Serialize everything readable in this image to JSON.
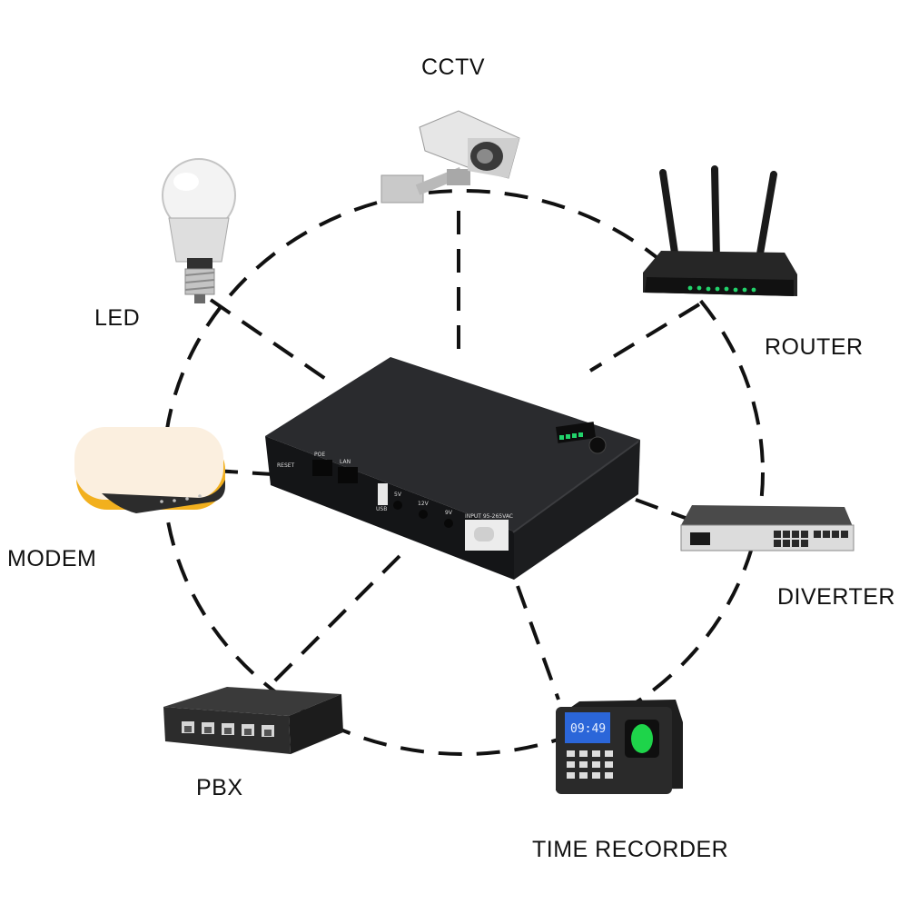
{
  "devices": [
    {
      "id": "cctv",
      "label": "CCTV",
      "icon": "cctv-camera-icon"
    },
    {
      "id": "led",
      "label": "LED",
      "icon": "led-bulb-icon"
    },
    {
      "id": "router",
      "label": "ROUTER",
      "icon": "wifi-router-icon"
    },
    {
      "id": "modem",
      "label": "MODEM",
      "icon": "modem-icon"
    },
    {
      "id": "diverter",
      "label": "DIVERTER",
      "icon": "network-diverter-icon"
    },
    {
      "id": "pbx",
      "label": "PBX",
      "icon": "network-switch-icon"
    },
    {
      "id": "time_recorder",
      "label": "TIME RECORDER",
      "icon": "fingerprint-time-clock-icon"
    }
  ],
  "center_device": {
    "icon": "mini-ups-icon",
    "ports": [
      "RESET",
      "POE",
      "LAN",
      "USB",
      "5V",
      "12V",
      "9V",
      "INPUT 95-265VAC"
    ],
    "clock_time": "09:49"
  },
  "colors": {
    "line": "#111111",
    "ups_body": "#1c1d1f",
    "modem_accent": "#f2b01e",
    "led_indicator": "#22d36b"
  }
}
